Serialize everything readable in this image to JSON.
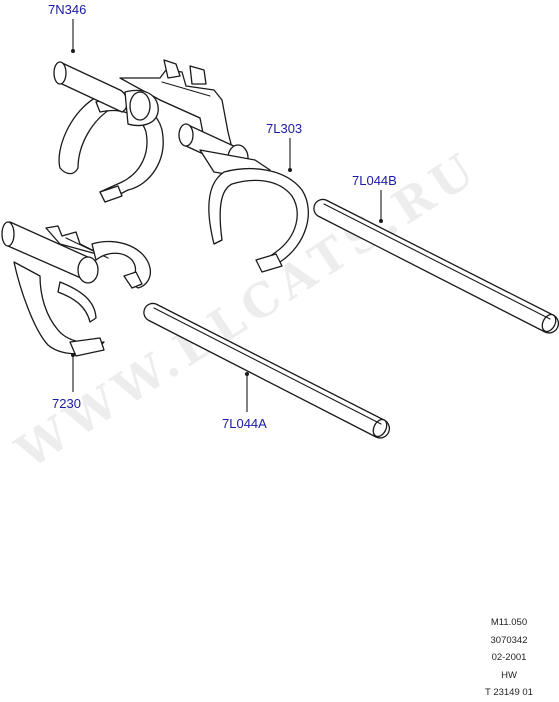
{
  "watermark": "WWW.ELCATS.RU",
  "parts": [
    {
      "id": "fork-upper-left",
      "label": "7N346"
    },
    {
      "id": "fork-center",
      "label": "7L303"
    },
    {
      "id": "rod-right",
      "label": "7L044B"
    },
    {
      "id": "fork-lower-left",
      "label": "7230"
    },
    {
      "id": "rod-center",
      "label": "7L044A"
    }
  ],
  "reference": {
    "line1": "M11.050",
    "line2": "3070342",
    "line3": "02-2001",
    "line4": "HW",
    "line5": "T 23149 01"
  }
}
